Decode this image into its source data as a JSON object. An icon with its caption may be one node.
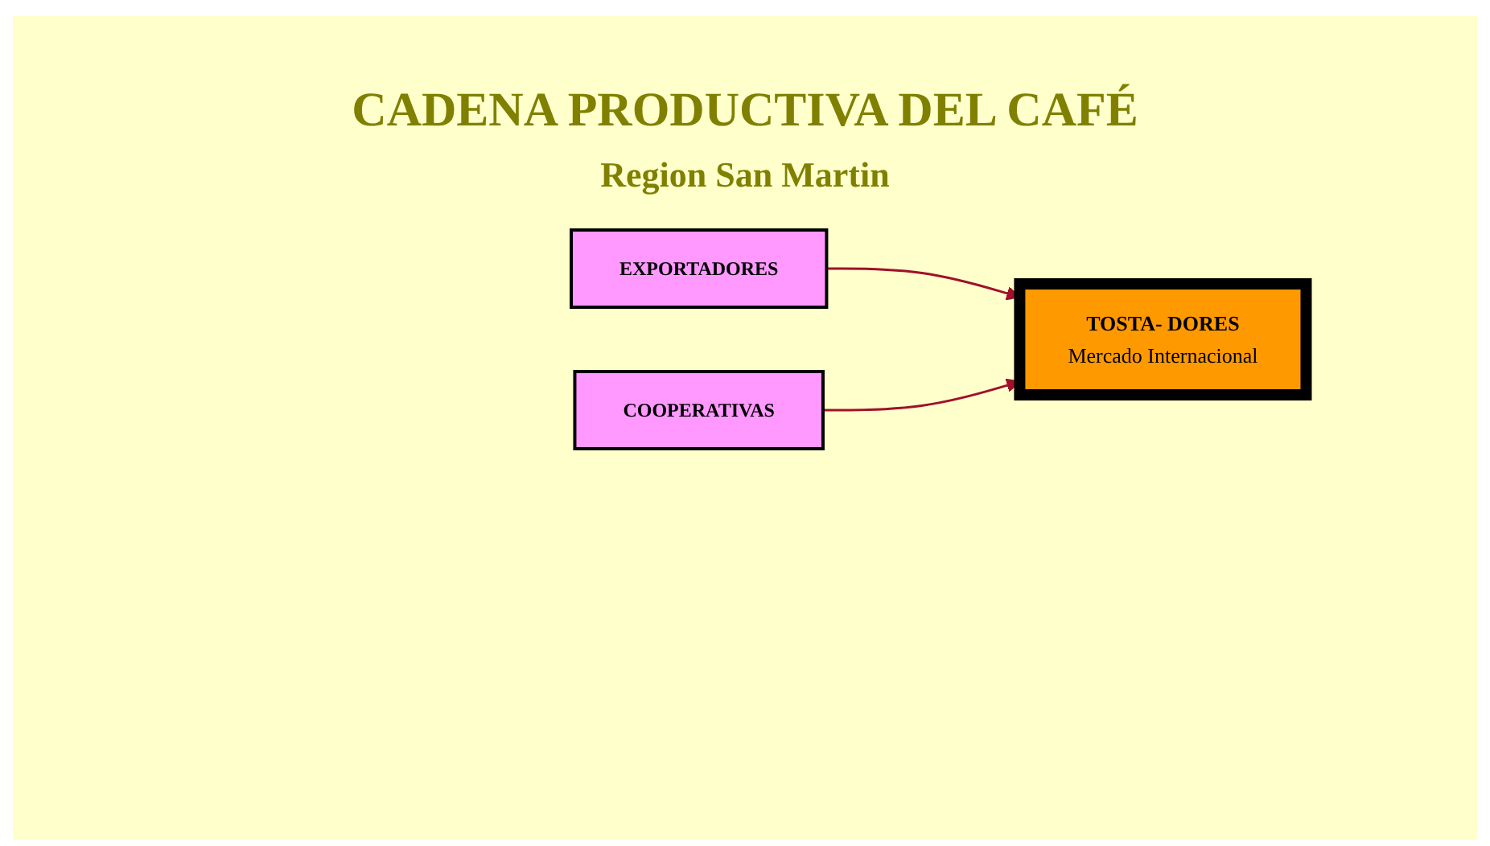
{
  "diagram": {
    "title": "CADENA PRODUCTIVA DEL CAFÉ",
    "nodes": [
      {
        "text": [
          "EXPORTADORES"
        ]
      },
      {
        "text": [
          "COOPERATIVAS"
        ]
      },
      {
        "text": [
          "TOSTA- DORES",
          "Mercado Internacional"
        ]
      }
    ],
    "edges": [
      {
        "from": 0,
        "to": 2,
        "arrow": "to"
      },
      {
        "from": 1,
        "to": 2,
        "arrow": "to"
      }
    ],
    "labels": [
      "Region San Martin"
    ]
  }
}
